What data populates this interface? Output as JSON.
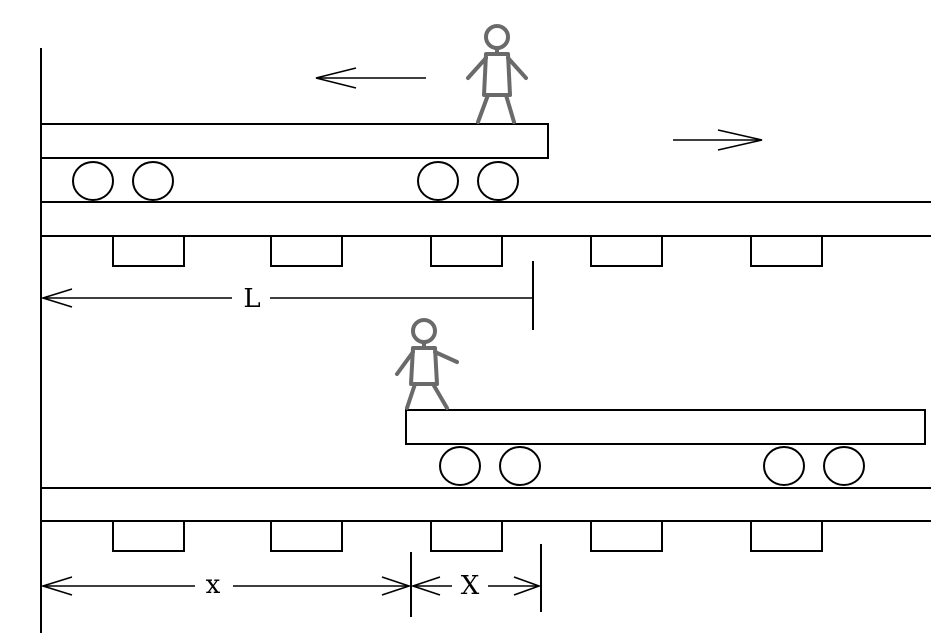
{
  "labels": {
    "L": "L",
    "x": "x",
    "X": "X"
  },
  "colors": {
    "line": "#000000",
    "person": "#6a6a6a",
    "background": "#ffffff"
  }
}
